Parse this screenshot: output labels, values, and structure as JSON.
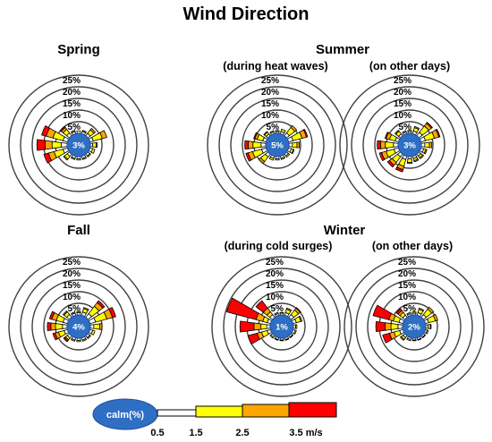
{
  "title": "Wind Direction",
  "colors": {
    "ring": "#404040",
    "calm_fill": "#2e6fc4",
    "calm_stroke": "#1f4f9a",
    "bin1": "#ffffff",
    "bin2": "#ffff00",
    "bin3": "#ffa500",
    "bin4": "#ff0000",
    "outline": "#000000"
  },
  "panels": [
    {
      "id": "spring",
      "season_label": "Spring",
      "subtitle": ""
    },
    {
      "id": "summer-hw",
      "season_label": "Summer",
      "subtitle": "(during heat waves)"
    },
    {
      "id": "summer-od",
      "season_label": "",
      "subtitle": "(on other days)"
    },
    {
      "id": "fall",
      "season_label": "Fall",
      "subtitle": ""
    },
    {
      "id": "winter-cs",
      "season_label": "Winter",
      "subtitle": "(during cold surges)"
    },
    {
      "id": "winter-od",
      "season_label": "",
      "subtitle": "(on other days)"
    }
  ],
  "legend": {
    "calm_label": "calm(%)",
    "ticks": [
      "0.5",
      "1.5",
      "2.5",
      "3.5 m/s"
    ]
  },
  "chart_data": {
    "type": "wind_rose",
    "title": "Wind Direction",
    "units": "m/s",
    "frequency_rings_percent": [
      5,
      10,
      15,
      20,
      25
    ],
    "ring_labels": [
      "5%",
      "10%",
      "15%",
      "20%",
      "25%"
    ],
    "directions_deg": [
      0,
      22.5,
      45,
      67.5,
      90,
      112.5,
      135,
      157.5,
      180,
      202.5,
      225,
      247.5,
      270,
      292.5,
      315,
      337.5
    ],
    "speed_bins": [
      {
        "range": "0.5-1.5",
        "color": "#ffffff"
      },
      {
        "range": "1.5-2.5",
        "color": "#ffff00"
      },
      {
        "range": "2.5-3.5",
        "color": "#ffa500"
      },
      {
        "range": ">3.5",
        "color": "#ff0000"
      }
    ],
    "roses": [
      {
        "panel": "Spring",
        "calm": "3%",
        "bins": [
          [
            1,
            0,
            0,
            0
          ],
          [
            1,
            0.5,
            0,
            0
          ],
          [
            1.2,
            2,
            0.8,
            0
          ],
          [
            1.5,
            4,
            2,
            0
          ],
          [
            1,
            1.5,
            0.5,
            0
          ],
          [
            1.2,
            1,
            0,
            0
          ],
          [
            1,
            0.5,
            0,
            0
          ],
          [
            1,
            0.5,
            0,
            0
          ],
          [
            1,
            0.5,
            0,
            0
          ],
          [
            1,
            0.5,
            0,
            0
          ],
          [
            1.2,
            1.5,
            0.5,
            0
          ],
          [
            2,
            4,
            2.5,
            2
          ],
          [
            2.5,
            4,
            3,
            3.5
          ],
          [
            2,
            4.5,
            3,
            2
          ],
          [
            1.5,
            2,
            1,
            0.5
          ],
          [
            1,
            0.5,
            0,
            0
          ]
        ]
      },
      {
        "panel": "Summer (during heat waves)",
        "calm": "5%",
        "bins": [
          [
            0.8,
            0.4,
            0,
            0
          ],
          [
            1,
            1,
            0,
            0
          ],
          [
            1.5,
            3,
            1,
            0
          ],
          [
            2,
            4,
            2,
            0.5
          ],
          [
            1.5,
            2,
            1,
            0
          ],
          [
            1.2,
            1,
            0.3,
            0
          ],
          [
            1,
            0.6,
            0,
            0
          ],
          [
            1,
            0.5,
            0,
            0
          ],
          [
            1,
            0.5,
            0,
            0
          ],
          [
            1,
            0.8,
            0,
            0
          ],
          [
            1.5,
            2.5,
            1,
            0
          ],
          [
            2,
            4,
            2,
            1
          ],
          [
            2,
            3.5,
            2,
            1.5
          ],
          [
            1.5,
            2.5,
            1,
            0.5
          ],
          [
            1,
            1,
            0.3,
            0
          ],
          [
            0.8,
            0.5,
            0,
            0
          ]
        ]
      },
      {
        "panel": "Summer (on other days)",
        "calm": "3%",
        "bins": [
          [
            0.8,
            0.5,
            0,
            0
          ],
          [
            1.2,
            1.5,
            0.5,
            0
          ],
          [
            1.8,
            3.5,
            1.5,
            0.5
          ],
          [
            2,
            4,
            2,
            0.5
          ],
          [
            1.5,
            2,
            1,
            0
          ],
          [
            1.2,
            1,
            0.5,
            0
          ],
          [
            1,
            1,
            0.5,
            0
          ],
          [
            1,
            1,
            0.5,
            0
          ],
          [
            1,
            1.5,
            0.5,
            0
          ],
          [
            1.5,
            3,
            1.5,
            1
          ],
          [
            1.5,
            3,
            1.5,
            1
          ],
          [
            2,
            3.5,
            2,
            1
          ],
          [
            2,
            3.5,
            2,
            1.5
          ],
          [
            1.5,
            2.5,
            1.5,
            0.5
          ],
          [
            1,
            1.5,
            0.5,
            0
          ],
          [
            0.8,
            0.5,
            0,
            0
          ]
        ]
      },
      {
        "panel": "Fall",
        "calm": "4%",
        "bins": [
          [
            1,
            0.5,
            0,
            0
          ],
          [
            1.5,
            1.5,
            0.5,
            0
          ],
          [
            2,
            4,
            2,
            1
          ],
          [
            2.5,
            5,
            2.5,
            1.5
          ],
          [
            1.5,
            2.5,
            1,
            0
          ],
          [
            1.2,
            1,
            0,
            0
          ],
          [
            1,
            0.5,
            0,
            0
          ],
          [
            1,
            0.5,
            0,
            0
          ],
          [
            1,
            0.5,
            0,
            0
          ],
          [
            1,
            0.5,
            0,
            0
          ],
          [
            1.2,
            1,
            0.5,
            0.5
          ],
          [
            1.5,
            2.5,
            1.5,
            1
          ],
          [
            2,
            3,
            2,
            1.5
          ],
          [
            2,
            3,
            2,
            1
          ],
          [
            1.5,
            1.5,
            0.5,
            0
          ],
          [
            1,
            0.5,
            0,
            0
          ]
        ]
      },
      {
        "panel": "Winter (during cold surges)",
        "calm": "1%",
        "bins": [
          [
            0.8,
            0.3,
            0,
            0
          ],
          [
            1.2,
            1.5,
            0.5,
            0
          ],
          [
            1.5,
            2.5,
            1,
            0.3
          ],
          [
            1.5,
            2,
            0.5,
            0
          ],
          [
            1,
            0.5,
            0,
            0
          ],
          [
            1,
            0.5,
            0,
            0
          ],
          [
            0.8,
            0.3,
            0,
            0
          ],
          [
            0.8,
            0.3,
            0,
            0
          ],
          [
            0.8,
            0.3,
            0,
            0
          ],
          [
            0.8,
            0.3,
            0,
            0
          ],
          [
            0.8,
            0.5,
            0,
            0
          ],
          [
            1.5,
            2.5,
            2,
            4
          ],
          [
            1.5,
            2.5,
            3,
            6
          ],
          [
            1.5,
            2,
            3,
            13
          ],
          [
            1.5,
            1.5,
            2,
            4
          ],
          [
            0.8,
            0.5,
            0,
            0
          ]
        ]
      },
      {
        "panel": "Winter (on other days)",
        "calm": "2%",
        "bins": [
          [
            0.8,
            0.5,
            0,
            0
          ],
          [
            1.2,
            1.5,
            0.5,
            0
          ],
          [
            1.5,
            3,
            1,
            0
          ],
          [
            1.5,
            3,
            1,
            0
          ],
          [
            1,
            1,
            0.3,
            0
          ],
          [
            0.8,
            0.5,
            0,
            0
          ],
          [
            0.8,
            0.3,
            0,
            0
          ],
          [
            0.8,
            0.3,
            0,
            0
          ],
          [
            0.8,
            0.3,
            0,
            0
          ],
          [
            0.8,
            0.5,
            0,
            0
          ],
          [
            1,
            1,
            0.5,
            0
          ],
          [
            1.5,
            2.5,
            2,
            3
          ],
          [
            2,
            3,
            2.5,
            4
          ],
          [
            1.8,
            2.5,
            2,
            7
          ],
          [
            1.2,
            1.5,
            1,
            1
          ],
          [
            0.8,
            0.5,
            0,
            0
          ]
        ]
      }
    ]
  }
}
